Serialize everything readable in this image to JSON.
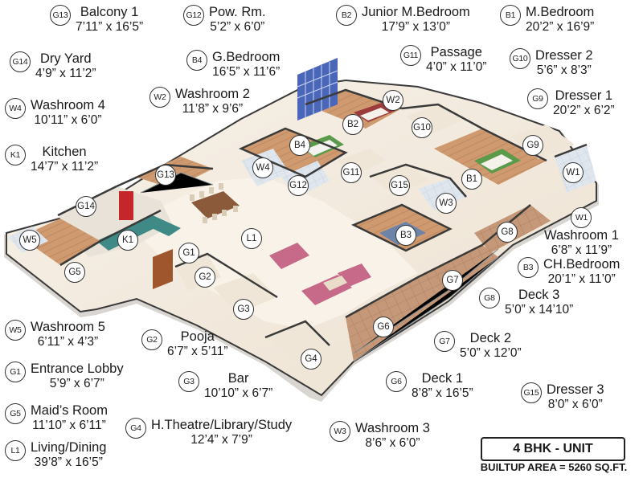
{
  "unit_type": "4 BHK - UNIT",
  "builtup_area": "BUILTUP AREA = 5260 SQ.FT.",
  "rooms": [
    {
      "code": "G13",
      "name": "Balcony 1",
      "dim": "7’11” x 16’5”"
    },
    {
      "code": "G12",
      "name": "Pow. Rm.",
      "dim": "5’2” x 6’0”"
    },
    {
      "code": "B2",
      "name": "Junior M.Bedroom",
      "dim": "17’9” x 13’0”"
    },
    {
      "code": "B1",
      "name": "M.Bedroom",
      "dim": "20’2” x 16’9”"
    },
    {
      "code": "G14",
      "name": "Dry Yard",
      "dim": "4’9” x 11’2”"
    },
    {
      "code": "B4",
      "name": "G.Bedroom",
      "dim": "16’5” x 11’6”"
    },
    {
      "code": "G11",
      "name": "Passage",
      "dim": "4’0” x 11’0”"
    },
    {
      "code": "G10",
      "name": "Dresser 2",
      "dim": "5’6” x 8’3”"
    },
    {
      "code": "W4",
      "name": "Washroom 4",
      "dim": "10’11” x 6’0”"
    },
    {
      "code": "W2",
      "name": "Washroom 2",
      "dim": "11’8” x 9’6”"
    },
    {
      "code": "G9",
      "name": "Dresser 1",
      "dim": "20’2” x 6’2”"
    },
    {
      "code": "K1",
      "name": "Kitchen",
      "dim": "14’7” x 11’2”"
    },
    {
      "code": "W1",
      "name": "Washroom 1",
      "dim": "6’8” x 11’9”"
    },
    {
      "code": "B3",
      "name": "CH.Bedroom",
      "dim": "20’1” x 11’0”"
    },
    {
      "code": "G8",
      "name": "Deck 3",
      "dim": "5’0” x 14’10”"
    },
    {
      "code": "W5",
      "name": "Washroom 5",
      "dim": "6’11” x 4’3”"
    },
    {
      "code": "G2",
      "name": "Pooja",
      "dim": "6’7” x 5’11”"
    },
    {
      "code": "G7",
      "name": "Deck 2",
      "dim": "5’0” x 12’0”"
    },
    {
      "code": "G1",
      "name": "Entrance Lobby",
      "dim": "5’9” x 6’7”"
    },
    {
      "code": "G3",
      "name": "Bar",
      "dim": "10’10” x 6’7”"
    },
    {
      "code": "G6",
      "name": "Deck 1",
      "dim": "8’8” x 16’5”"
    },
    {
      "code": "G15",
      "name": "Dresser 3",
      "dim": "8’0” x 6’0”"
    },
    {
      "code": "G5",
      "name": "Maid’s Room",
      "dim": "11’10” x 6’11”"
    },
    {
      "code": "G4",
      "name": "H.Theatre/Library/Study",
      "dim": "12’4” x 7’9”"
    },
    {
      "code": "W3",
      "name": "Washroom 3",
      "dim": "8’6” x 6’0”"
    },
    {
      "code": "L1",
      "name": "Living/Dining",
      "dim": "39’8” x 16’5”"
    }
  ],
  "plan_markers": [
    "G13",
    "W4",
    "B4",
    "G12",
    "G11",
    "B2",
    "W2",
    "G10",
    "G9",
    "W1",
    "G15",
    "W3",
    "B1",
    "G8",
    "B3",
    "G14",
    "K1",
    "W5",
    "G5",
    "G1",
    "G2",
    "L1",
    "G3",
    "G7",
    "G6",
    "G4"
  ],
  "colors": {
    "floor_living": "#f4ece0",
    "wood_floor": "#c8946c",
    "deck": "#c69a78",
    "wall": "#ffffff",
    "wall_top": "#3a3a3a",
    "window_blue": "#4a66b8",
    "sofa_pink": "#c76a8a",
    "bed_green": "#5a9a4a"
  }
}
